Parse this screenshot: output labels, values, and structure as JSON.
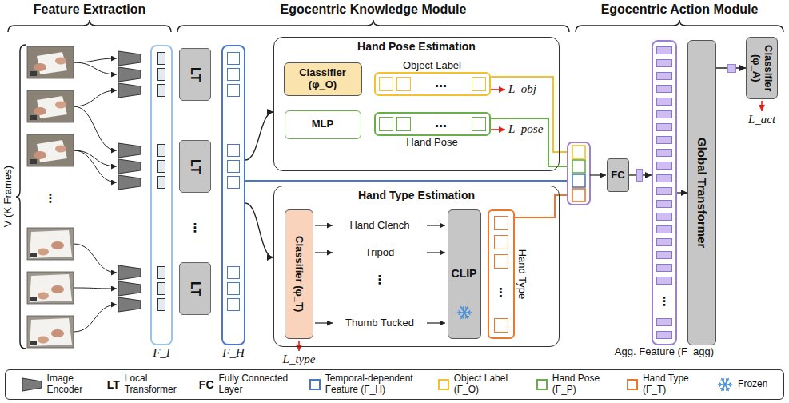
{
  "diagram": {
    "nodes": [
      {
        "text": [
          "F_I"
        ]
      },
      {
        "text": [
          "LT"
        ]
      },
      {
        "text": [
          "LT"
        ]
      },
      {
        "text": [
          "LT"
        ]
      },
      {
        "text": [
          "F_H"
        ]
      },
      {
        "text": [
          "Hand Pose Estimation"
        ]
      },
      {
        "text": [
          "Classifier (φ_O)"
        ],
        "in": 5
      },
      {
        "text": [
          "Object Label",
          "…"
        ],
        "in": 5
      },
      {
        "text": [
          "MLP"
        ],
        "in": 5
      },
      {
        "text": [
          "…",
          "Hand Pose"
        ],
        "in": 5
      },
      {
        "text": [
          "Hand Type Estimation"
        ]
      },
      {
        "text": [
          "Classifier (φ_T)"
        ],
        "in": 10
      },
      {
        "text": [
          "CLIP"
        ],
        "in": 10
      },
      {
        "text": [
          "⋮",
          "Hand Type"
        ],
        "in": 10
      },
      {
        "text": [
          "FC"
        ]
      },
      {
        "text": [
          "⋮",
          "Agg. Feature (F_agg)"
        ]
      },
      {
        "text": [
          "Global Transformer"
        ]
      },
      {
        "text": [
          "Classifier (φ_A)"
        ]
      }
    ],
    "edges": [
      {
        "from": 4,
        "to": 5,
        "arrow": "to"
      },
      {
        "from": 4,
        "to": 10,
        "arrow": "to"
      },
      {
        "from": 14,
        "to": 15,
        "arrow": "to"
      },
      {
        "from": 15,
        "to": 16,
        "arrow": "to"
      },
      {
        "from": 16,
        "to": 17,
        "arrow": "to"
      }
    ],
    "labels": [
      "Feature Extraction",
      "Egocentric Knowledge Module",
      "Egocentric Action Module",
      "V (K Frames)",
      "⋮",
      "⋮",
      "L_obj",
      "L_pose",
      "Hand Clench",
      "Tripod",
      "⋮",
      "Thumb Tucked",
      "L_type",
      "L_act",
      "LT",
      "FC"
    ],
    "legend": [
      {
        "text": "Image Encoder"
      },
      {
        "text": "Local Transformer"
      },
      {
        "text": "Fully Connected Layer"
      },
      {
        "text": "Temporal-dependent Feature (F_H)",
        "color": "#4a78c8"
      },
      {
        "text": "Object Label (F_O)",
        "color": "#f2c12e"
      },
      {
        "text": "Hand Pose (F_P)",
        "color": "#6aae4a"
      },
      {
        "text": "Hand Type (F_T)",
        "color": "#e8782e"
      },
      {
        "text": "Frozen"
      }
    ]
  }
}
